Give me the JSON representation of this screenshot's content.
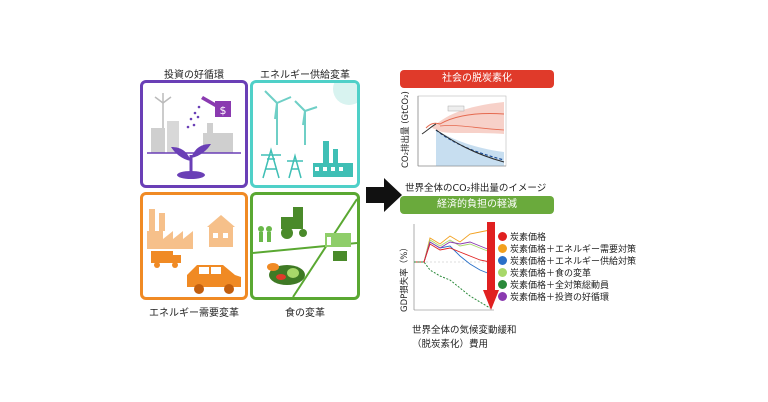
{
  "quadrants": {
    "top_left": {
      "label": "投資の好循環",
      "color": "#6a3fb6"
    },
    "top_right": {
      "label": "エネルギー供給変革",
      "color": "#4fd0c8"
    },
    "bottom_left": {
      "label": "エネルギー需要変革",
      "color": "#f08a24"
    },
    "bottom_right": {
      "label": "食の変革",
      "color": "#5aa832"
    }
  },
  "top_panel": {
    "banner": "社会の脱炭素化",
    "banner_color": "#e03a2a",
    "ylabel": "CO₂排出量 (GtCO₂)",
    "caption": "世界全体のCO₂排出量のイメージ"
  },
  "bottom_panel": {
    "banner": "経済的負担の軽減",
    "banner_color": "#6aaa3c",
    "ylabel": "GDP損失率（%）",
    "caption_line1": "世界全体の気候変動緩和",
    "caption_line2": "（脱炭素化）費用"
  },
  "legend": [
    {
      "label": "炭素価格",
      "color": "#e02020"
    },
    {
      "label": "炭素価格＋エネルギー需要対策",
      "color": "#f2a01e"
    },
    {
      "label": "炭素価格＋エネルギー供給対策",
      "color": "#2a70c8"
    },
    {
      "label": "炭素価格＋食の変革",
      "color": "#a8d86a"
    },
    {
      "label": "炭素価格＋全対策総動員",
      "color": "#2a8a3a"
    },
    {
      "label": "炭素価格＋投資の好循環",
      "color": "#8a3ab0"
    }
  ],
  "icons": {
    "arrow": "right-arrow-icon",
    "down_arrow": "down-arrow-icon"
  }
}
